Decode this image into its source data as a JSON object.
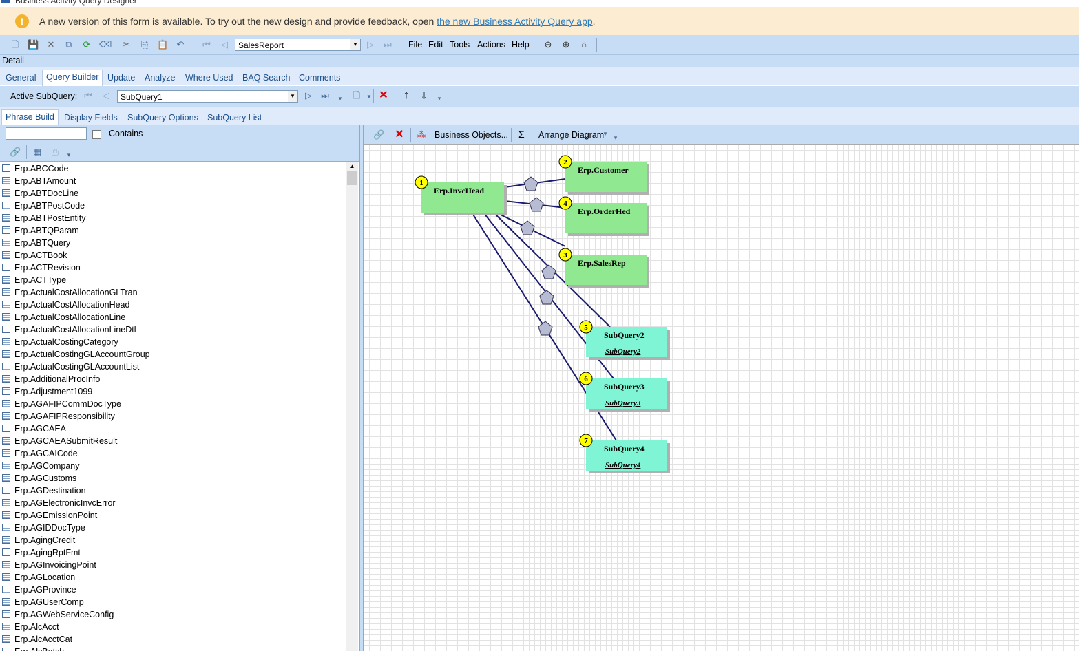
{
  "window": {
    "title": "Business Activity Query Designer"
  },
  "banner": {
    "message": "A new version of this form is available. To try out the new design and provide feedback, open ",
    "link": "the new Business Activity Query app",
    "suffix": "."
  },
  "toolbar": {
    "query_combo": "SalesReport",
    "menus": [
      "File",
      "Edit",
      "Tools",
      "Actions",
      "Help"
    ]
  },
  "detail": {
    "label": "Detail"
  },
  "main_tabs": [
    "General",
    "Query Builder",
    "Update",
    "Analyze",
    "Where Used",
    "BAQ Search",
    "Comments"
  ],
  "main_tabs_active": "Query Builder",
  "subquery": {
    "label": "Active SubQuery:",
    "value": "SubQuery1"
  },
  "sub_tabs": [
    "Phrase Build",
    "Display Fields",
    "SubQuery Options",
    "SubQuery List"
  ],
  "sub_tabs_active": "Phrase Build",
  "search": {
    "value": "",
    "contains_label": "Contains"
  },
  "tables": [
    "Erp.ABCCode",
    "Erp.ABTAmount",
    "Erp.ABTDocLine",
    "Erp.ABTPostCode",
    "Erp.ABTPostEntity",
    "Erp.ABTQParam",
    "Erp.ABTQuery",
    "Erp.ACTBook",
    "Erp.ACTRevision",
    "Erp.ACTType",
    "Erp.ActualCostAllocationGLTran",
    "Erp.ActualCostAllocationHead",
    "Erp.ActualCostAllocationLine",
    "Erp.ActualCostAllocationLineDtl",
    "Erp.ActualCostingCategory",
    "Erp.ActualCostingGLAccountGroup",
    "Erp.ActualCostingGLAccountList",
    "Erp.AdditionalProcInfo",
    "Erp.Adjustment1099",
    "Erp.AGAFIPCommDocType",
    "Erp.AGAFIPResponsibility",
    "Erp.AGCAEA",
    "Erp.AGCAEASubmitResult",
    "Erp.AGCAICode",
    "Erp.AGCompany",
    "Erp.AGCustoms",
    "Erp.AGDestination",
    "Erp.AGElectronicInvcError",
    "Erp.AGEmissionPoint",
    "Erp.AGIDDocType",
    "Erp.AgingCredit",
    "Erp.AgingRptFmt",
    "Erp.AGInvoicingPoint",
    "Erp.AGLocation",
    "Erp.AGProvince",
    "Erp.AGUserComp",
    "Erp.AGWebServiceConfig",
    "Erp.AlcAcct",
    "Erp.AlcAcctCat",
    "Erp.AlcBatch"
  ],
  "diagram_toolbar": {
    "business_objects": "Business Objects...",
    "sigma": "Σ",
    "arrange": "Arrange Diagram"
  },
  "diagram_nodes": [
    {
      "id": "1",
      "title": "Erp.InvcHead",
      "sub": ""
    },
    {
      "id": "2",
      "title": "Erp.Customer",
      "sub": ""
    },
    {
      "id": "4",
      "title": "Erp.OrderHed",
      "sub": ""
    },
    {
      "id": "3",
      "title": "Erp.SalesRep",
      "sub": ""
    },
    {
      "id": "5",
      "title": "SubQuery2",
      "sub": "SubQuery2"
    },
    {
      "id": "6",
      "title": "SubQuery3",
      "sub": "SubQuery3"
    },
    {
      "id": "7",
      "title": "SubQuery4",
      "sub": "SubQuery4"
    }
  ],
  "colors": {
    "table_node": "#90e890",
    "subquery_node": "#7ff5d5",
    "badge": "#ffff00",
    "link": "#1a1a6e",
    "accent": "#c7ddf5"
  }
}
